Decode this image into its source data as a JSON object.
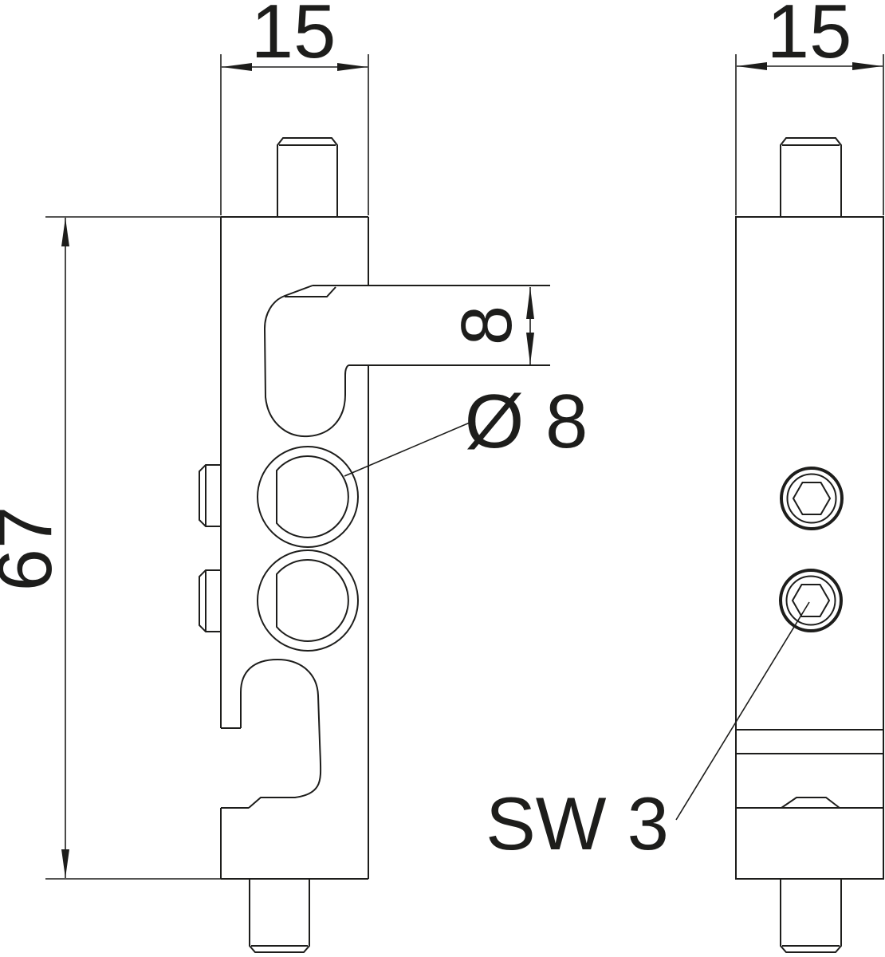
{
  "drawing": {
    "labels": {
      "dim_width_left": "15",
      "dim_width_right": "15",
      "dim_height": "67",
      "dim_arm_thickness": "8",
      "dim_hole_diameter": "Ø 8",
      "label_wrench_size": "SW 3"
    },
    "colors": {
      "line": "#1d1d1b",
      "background": "#ffffff"
    }
  }
}
